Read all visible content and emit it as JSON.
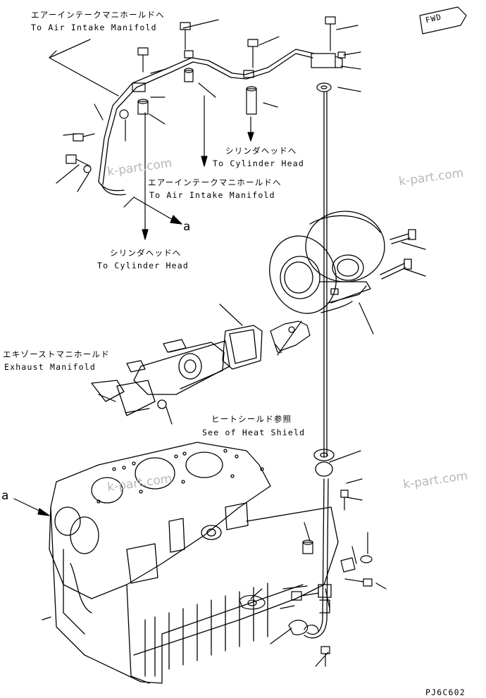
{
  "labels": {
    "air_intake_top_jp": "エアーインテークマニホールドへ",
    "air_intake_top_en": "To Air Intake Manifold",
    "cyl_head_right_jp": "シリンダヘッドへ",
    "cyl_head_right_en": "To Cylinder Head",
    "air_intake_mid_jp": "エアーインテークマニホールドへ",
    "air_intake_mid_en": "To Air Intake Manifold",
    "cyl_head_left_jp": "シリンダヘッドへ",
    "cyl_head_left_en": "To Cylinder Head",
    "exhaust_jp": "エキゾーストマニホールド",
    "exhaust_en": "Exhaust Manifold",
    "heat_shield_jp": "ヒートシールド参照",
    "heat_shield_en": "See of Heat Shield",
    "ref_a_upper": "a",
    "ref_a_lower": "a",
    "fwd": "FWD",
    "figure_code": "PJ6C602"
  },
  "watermarks": [
    "k-part.com",
    "k-part.com",
    "k-part.com",
    "k-part.com"
  ],
  "colors": {
    "ink": "#000000",
    "watermark": "#b8b8b8"
  }
}
